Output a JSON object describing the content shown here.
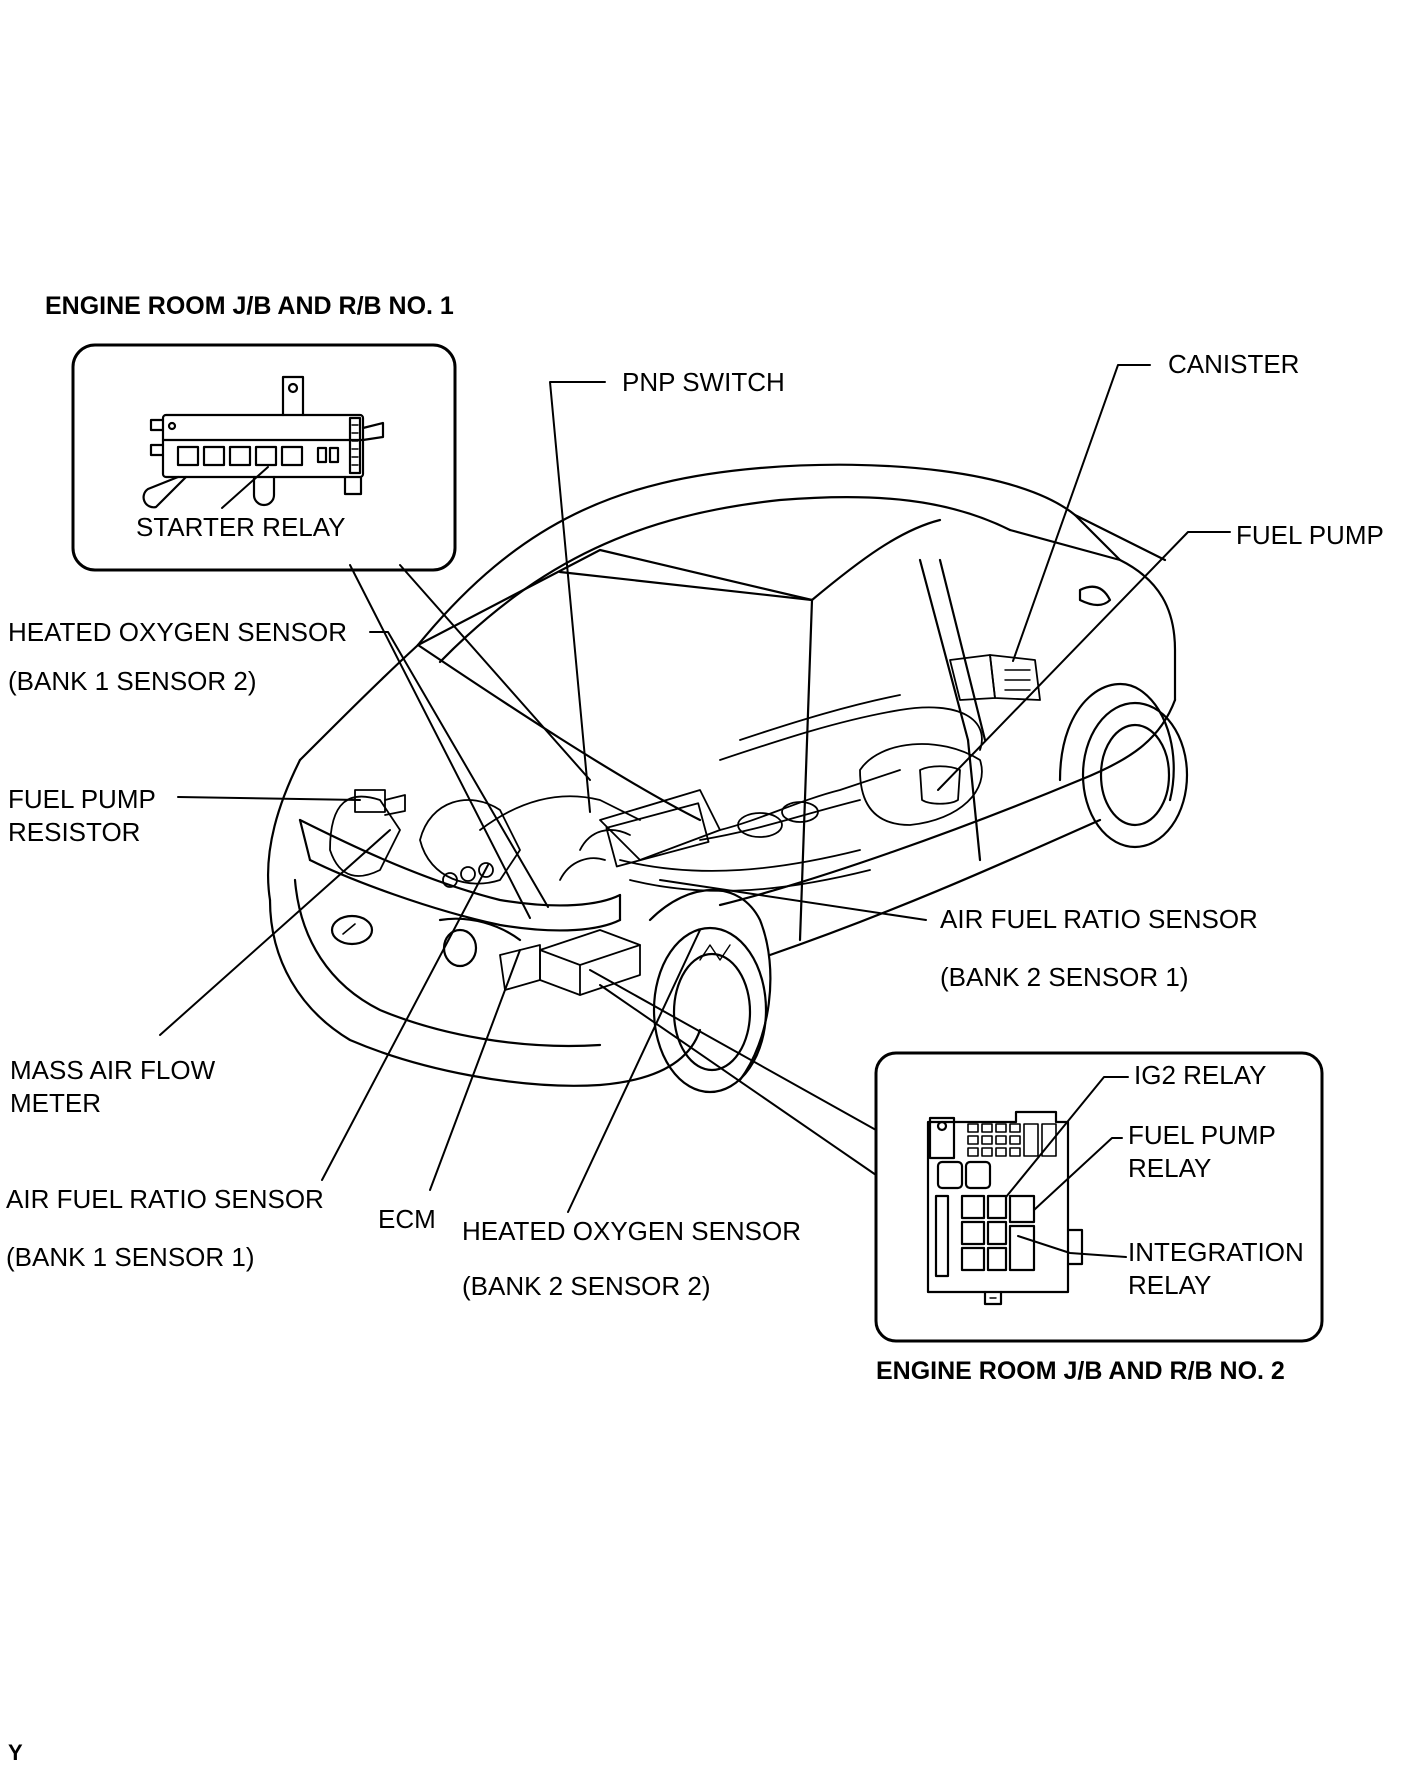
{
  "title_jb1": "ENGINE ROOM J/B AND R/B NO. 1",
  "title_jb2": "ENGINE ROOM J/B AND R/B NO. 2",
  "labels": {
    "starter_relay": "STARTER RELAY",
    "pnp_switch": "PNP SWITCH",
    "canister": "CANISTER",
    "fuel_pump": "FUEL PUMP",
    "hos_b1s2_l1": "HEATED OXYGEN SENSOR",
    "hos_b1s2_l2": "(BANK 1 SENSOR 2)",
    "fpr_l1": "FUEL PUMP",
    "fpr_l2": "RESISTOR",
    "afr_b2s1_l1": "AIR FUEL RATIO SENSOR",
    "afr_b2s1_l2": "(BANK 2 SENSOR 1)",
    "maf_l1": "MASS AIR FLOW",
    "maf_l2": "METER",
    "afr_b1s1_l1": "AIR FUEL RATIO SENSOR",
    "afr_b1s1_l2": "(BANK 1 SENSOR 1)",
    "ecm": "ECM",
    "hos_b2s2_l1": "HEATED OXYGEN SENSOR",
    "hos_b2s2_l2": "(BANK 2 SENSOR 2)",
    "ig2_relay": "IG2 RELAY",
    "fp_relay_l1": "FUEL PUMP",
    "fp_relay_l2": "RELAY",
    "int_relay_l1": "INTEGRATION",
    "int_relay_l2": "RELAY"
  },
  "corner_mark": "Y"
}
